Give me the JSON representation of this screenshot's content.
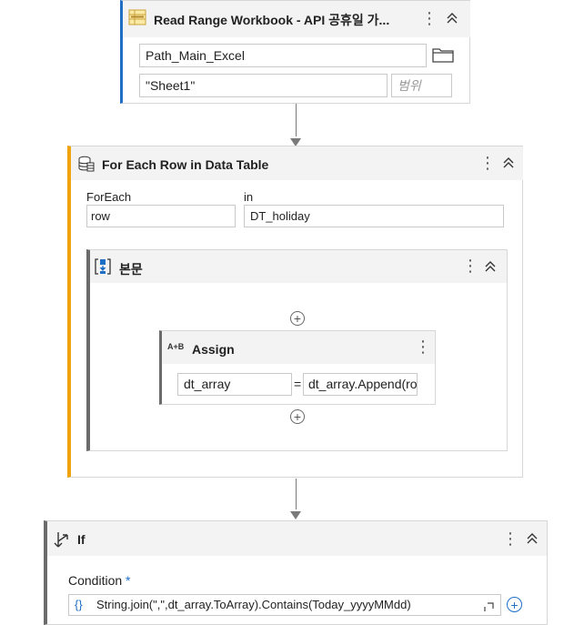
{
  "read_range": {
    "title": "Read Range Workbook - API 공휴일 가...",
    "path_value": "Path_Main_Excel",
    "sheet_value": "\"Sheet1\"",
    "range_placeholder": "범위"
  },
  "for_each": {
    "title": "For Each Row in Data Table",
    "foreach_label": "ForEach",
    "foreach_value": "row",
    "in_label": "in",
    "in_value": "DT_holiday"
  },
  "body_seq": {
    "title": "본문"
  },
  "assign": {
    "icon_text": "A+B",
    "title": "Assign",
    "left_value": "dt_array",
    "equals": "=",
    "right_value": "dt_array.Append(ro"
  },
  "if_block": {
    "title": "If",
    "condition_label": "Condition",
    "required_mark": "*",
    "braces": "{}",
    "condition_value": "String.join(\",\",dt_array.ToArray).Contains(Today_yyyyMMdd)"
  },
  "icons": {
    "read_range": "excel-range-icon",
    "for_each": "data-table-icon",
    "body": "sequence-icon",
    "if": "if-branch-icon"
  },
  "colors": {
    "read_range_accent": "#1f6fc5",
    "for_each_accent": "#f0a30a",
    "body_accent": "#6b6b6b",
    "if_accent": "#6b6b6b"
  }
}
